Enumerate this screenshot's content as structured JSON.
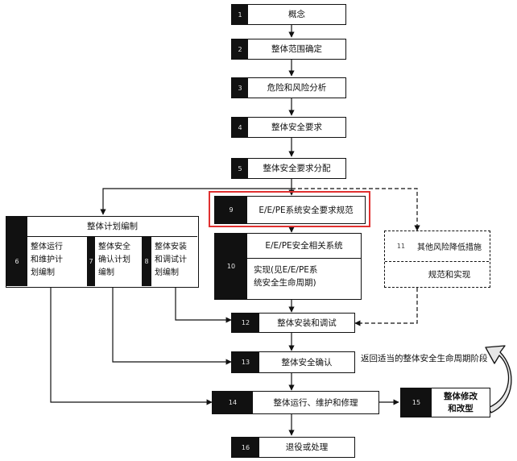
{
  "steps": {
    "s1": {
      "num": "1",
      "label": "概念"
    },
    "s2": {
      "num": "2",
      "label": "整体范围确定"
    },
    "s3": {
      "num": "3",
      "label": "危险和风险分析"
    },
    "s4": {
      "num": "4",
      "label": "整体安全要求"
    },
    "s5": {
      "num": "5",
      "label": "整体安全要求分配"
    },
    "s9": {
      "num": "9",
      "label": "E/E/PE系统安全要求规范"
    },
    "s10": {
      "num": "10",
      "label_top": "E/E/PE安全相关系统",
      "label_bottom_1": "实现(见E/E/PE系",
      "label_bottom_2": "统安全生命周期)"
    },
    "s11": {
      "num": "11",
      "label_top": "其他风险降低措施",
      "label_bottom": "规范和实现"
    },
    "s12": {
      "num": "12",
      "label": "整体安装和调试"
    },
    "s13": {
      "num": "13",
      "label": "整体安全确认"
    },
    "s14": {
      "num": "14",
      "label": "整体运行、维护和修理"
    },
    "s15": {
      "num": "15",
      "label_1": "整体修改",
      "label_2": "和改型"
    },
    "s16": {
      "num": "16",
      "label": "退役或处理"
    }
  },
  "planning": {
    "header": "整体计划编制",
    "s6": {
      "num": "6",
      "lines": [
        "整体运行",
        "和维护计",
        "划编制"
      ]
    },
    "s7": {
      "num": "7",
      "lines": [
        "整体安全",
        "确认计划",
        "编制"
      ]
    },
    "s8": {
      "num": "8",
      "lines": [
        "整体安装",
        "和调试计",
        "划编制"
      ]
    }
  },
  "return_note": "返回适当的整体安全生命周期阶段",
  "colors": {
    "highlight": "#e03030",
    "ink": "#111111"
  }
}
